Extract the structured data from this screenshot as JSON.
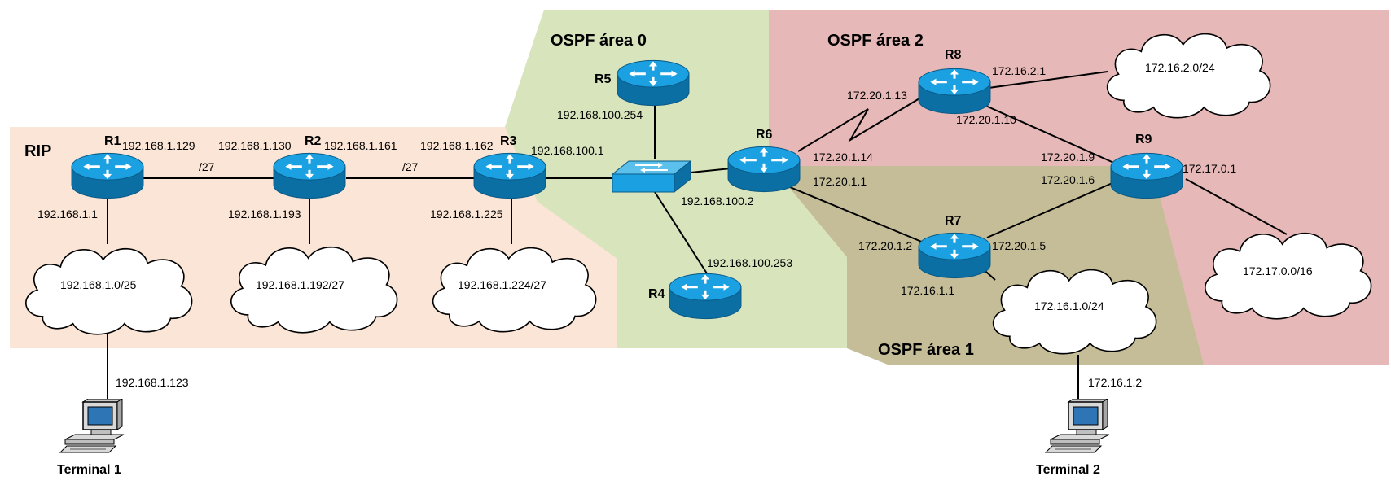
{
  "colors": {
    "rip_zone": "#fbe5d6",
    "ospf_area0": "#d8e4bc",
    "ospf_area2": "#e6b8b7",
    "ospf_area1": "#c4bd97",
    "router_top": "#1ba1e2",
    "router_side": "#0b6fa4",
    "switch": "#1ba1e2"
  },
  "areas": {
    "rip": "RIP",
    "area0": "OSPF área 0",
    "area2": "OSPF área 2",
    "area1": "OSPF área 1"
  },
  "routers": [
    "R1",
    "R2",
    "R3",
    "R4",
    "R5",
    "R6",
    "R7",
    "R8",
    "R9"
  ],
  "clouds": [
    "192.168.1.0/25",
    "192.168.1.192/27",
    "192.168.1.224/27",
    "172.16.2.0/24",
    "172.17.0.0/16",
    "172.16.1.0/24"
  ],
  "terminals": [
    "Terminal 1",
    "Terminal 2"
  ],
  "address_labels": [
    "192.168.1.129",
    "192.168.1.130",
    "192.168.1.161",
    "192.168.1.162",
    "192.168.100.1",
    "/27",
    "/27",
    "192.168.1.1",
    "192.168.1.193",
    "192.168.1.225",
    "192.168.1.123",
    "192.168.100.254",
    "192.168.100.2",
    "192.168.100.253",
    "172.20.1.13",
    "172.20.1.14",
    "172.20.1.1",
    "172.16.2.1",
    "172.20.1.10",
    "172.20.1.9",
    "172.20.1.6",
    "172.17.0.1",
    "172.20.1.2",
    "172.20.1.5",
    "172.16.1.1",
    "172.16.1.2"
  ]
}
